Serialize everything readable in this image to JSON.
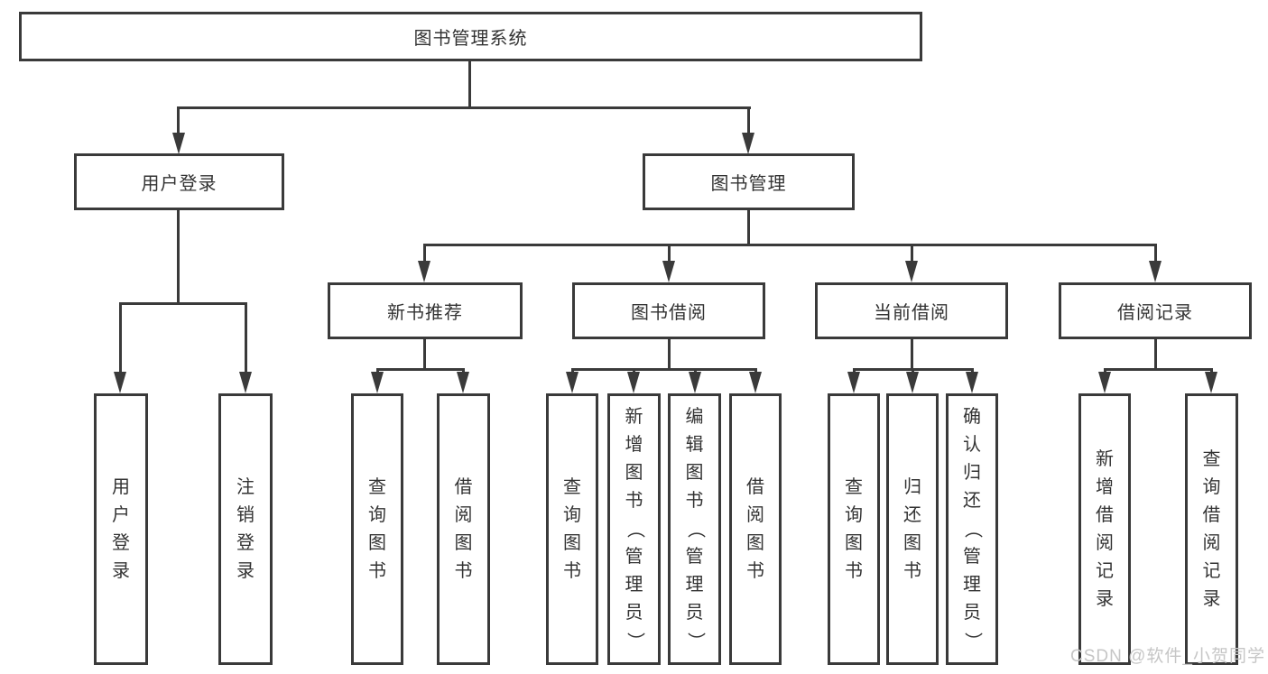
{
  "diagram_type": "feature-tree",
  "tree": {
    "label": "图书管理系统",
    "children": [
      {
        "label": "用户登录",
        "children": [
          {
            "label": "用户登录"
          },
          {
            "label": "注销登录"
          }
        ]
      },
      {
        "label": "图书管理",
        "children": [
          {
            "label": "新书推荐",
            "children": [
              {
                "label": "查询图书"
              },
              {
                "label": "借阅图书"
              }
            ]
          },
          {
            "label": "图书借阅",
            "children": [
              {
                "label": "查询图书"
              },
              {
                "label": "新增图书（管理员）"
              },
              {
                "label": "编辑图书（管理员）"
              },
              {
                "label": "借阅图书"
              }
            ]
          },
          {
            "label": "当前借阅",
            "children": [
              {
                "label": "查询图书"
              },
              {
                "label": "归还图书"
              },
              {
                "label": "确认归还（管理员）"
              }
            ]
          },
          {
            "label": "借阅记录",
            "children": [
              {
                "label": "新增借阅记录"
              },
              {
                "label": "查询借阅记录"
              }
            ]
          }
        ]
      }
    ]
  },
  "watermark": "CSDN @软件_小贺同学",
  "colors": {
    "line": "#3a3a3a",
    "text": "#333333",
    "background": "#ffffff",
    "watermark": "#c6c6c6"
  }
}
